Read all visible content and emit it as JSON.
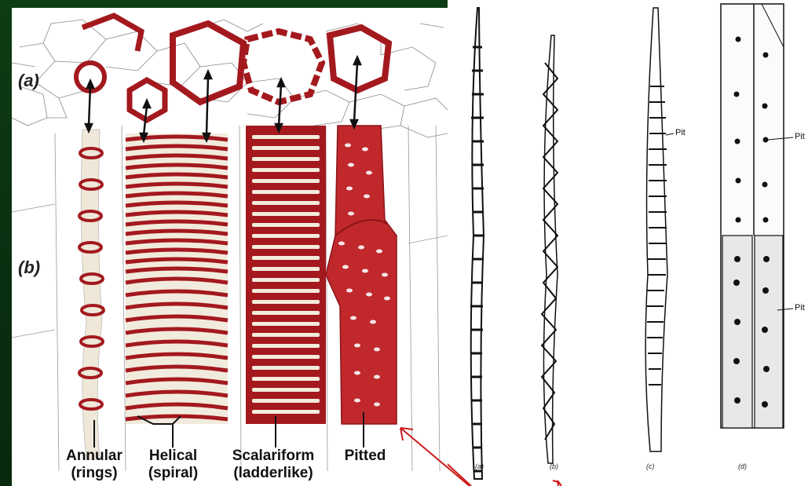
{
  "left": {
    "label_a": "(a)",
    "label_b": "(b)",
    "captions": [
      {
        "line1": "Annular",
        "line2": "(rings)"
      },
      {
        "line1": "Helical",
        "line2": "(spiral)"
      },
      {
        "line1": "Scalariform",
        "line2": "(ladderlike)"
      },
      {
        "line1": "Pitted",
        "line2": ""
      }
    ]
  },
  "right": {
    "sublabels": [
      "(a)",
      "(b)",
      "(c)",
      "(d)"
    ],
    "pit_labels": [
      "Pit",
      "Pit",
      "Pit"
    ]
  },
  "colors": {
    "vessel_red": "#a3191e",
    "pitted_red": "#c0282c",
    "arrow_red": "#cc1a1a",
    "background_green": "#0d3d14"
  }
}
